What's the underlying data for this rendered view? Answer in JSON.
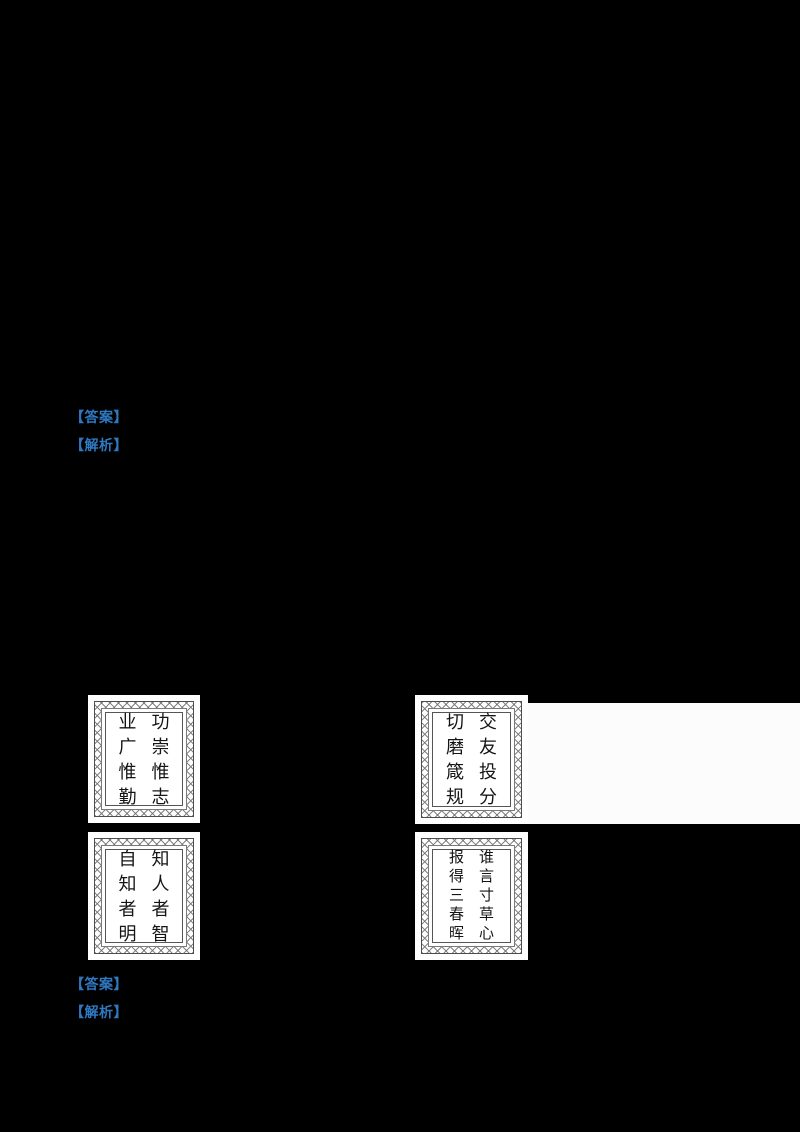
{
  "page": {
    "background_color": "#000000",
    "accent_blue": "#2E79C1"
  },
  "answer_key": {
    "top": {
      "answer_label": "【答案】",
      "analysis_label": "【解析】"
    },
    "bottom": {
      "answer_label": "【答案】",
      "analysis_label": "【解析】"
    }
  },
  "plaques": [
    {
      "name": "gong-chong-wei-zhi",
      "columns": [
        "功崇惟志",
        "业广惟勤"
      ]
    },
    {
      "name": "jiao-you-tou-fen",
      "columns": [
        "交友投分",
        "切磨箴规"
      ]
    },
    {
      "name": "zhi-ren-zhe-zhi",
      "columns": [
        "知人者智",
        "自知者明"
      ]
    },
    {
      "name": "shui-yan-cun-cao-xin",
      "columns": [
        "谁言寸草心",
        "报得三春晖"
      ]
    }
  ]
}
